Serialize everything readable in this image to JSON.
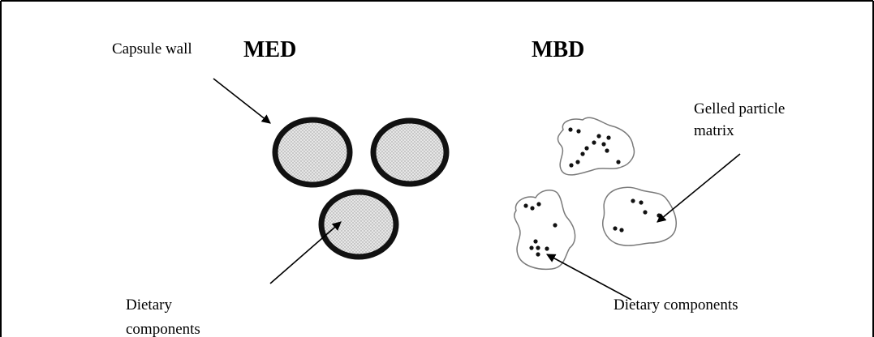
{
  "diagram": {
    "headings": {
      "med": "MED",
      "mbd": "MBD"
    },
    "labels": {
      "capsule_wall": "Capsule wall",
      "gelled_line1": "Gelled particle",
      "gelled_line2": "matrix",
      "dietary_left_line1": "Dietary",
      "dietary_left_line2": "components",
      "dietary_right": "Dietary components"
    },
    "colors": {
      "capsule_fill": "#d9d9d9",
      "capsule_wall": "#111111",
      "particle_outline": "#7a7a7a",
      "frame": "#000000"
    }
  }
}
